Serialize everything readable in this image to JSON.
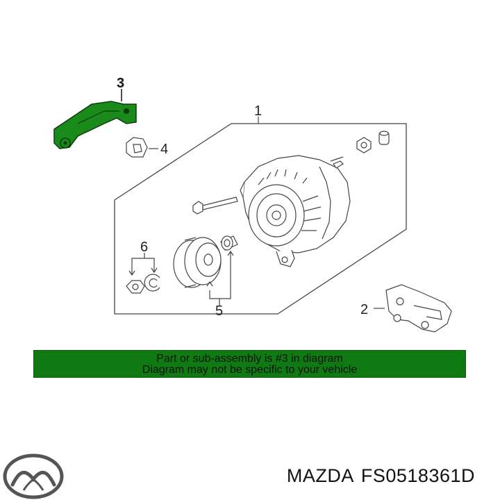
{
  "diagram": {
    "callouts": [
      "1",
      "2",
      "3",
      "4",
      "5",
      "6"
    ],
    "highlighted_part": "3",
    "highlight_color": "#1a8a1a"
  },
  "banner": {
    "line1": "Part or sub-assembly is #3 in diagram",
    "line2": "Diagram may not be specific to your vehicle",
    "background_color": "#0f7a12"
  },
  "brand": {
    "logo_icon": "mazda-logo-icon",
    "name": "MAZDA",
    "part_number": "FS0518361D"
  }
}
